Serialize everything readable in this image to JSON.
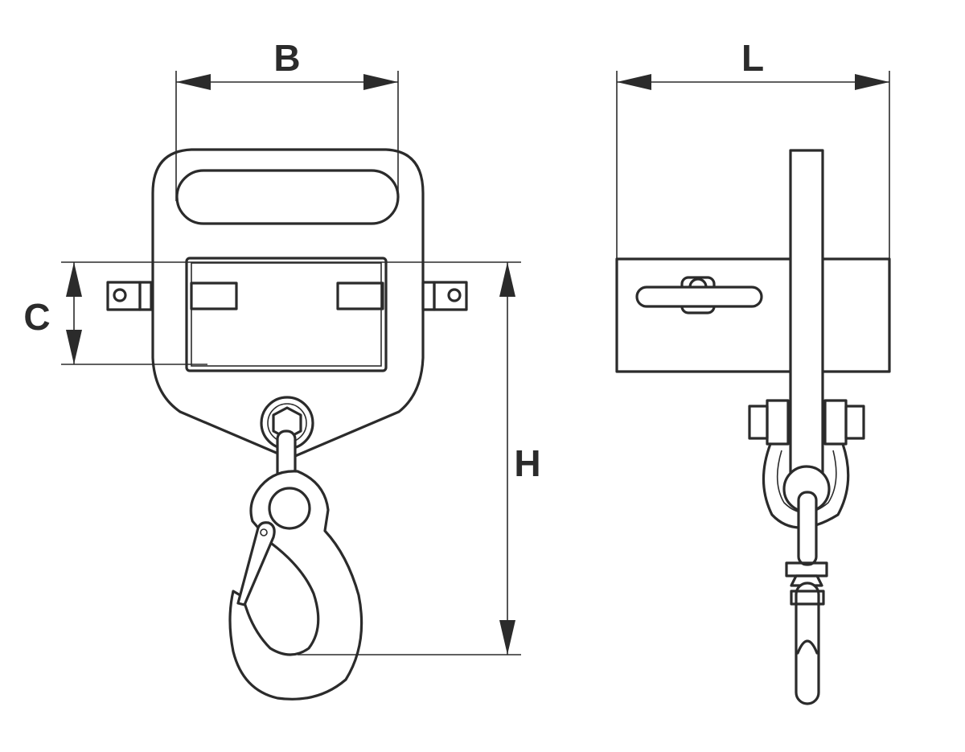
{
  "dimensions": {
    "B": "B",
    "L": "L",
    "C": "C",
    "H": "H"
  },
  "colors": {
    "line": "#2b2b2b",
    "background": "#ffffff"
  }
}
